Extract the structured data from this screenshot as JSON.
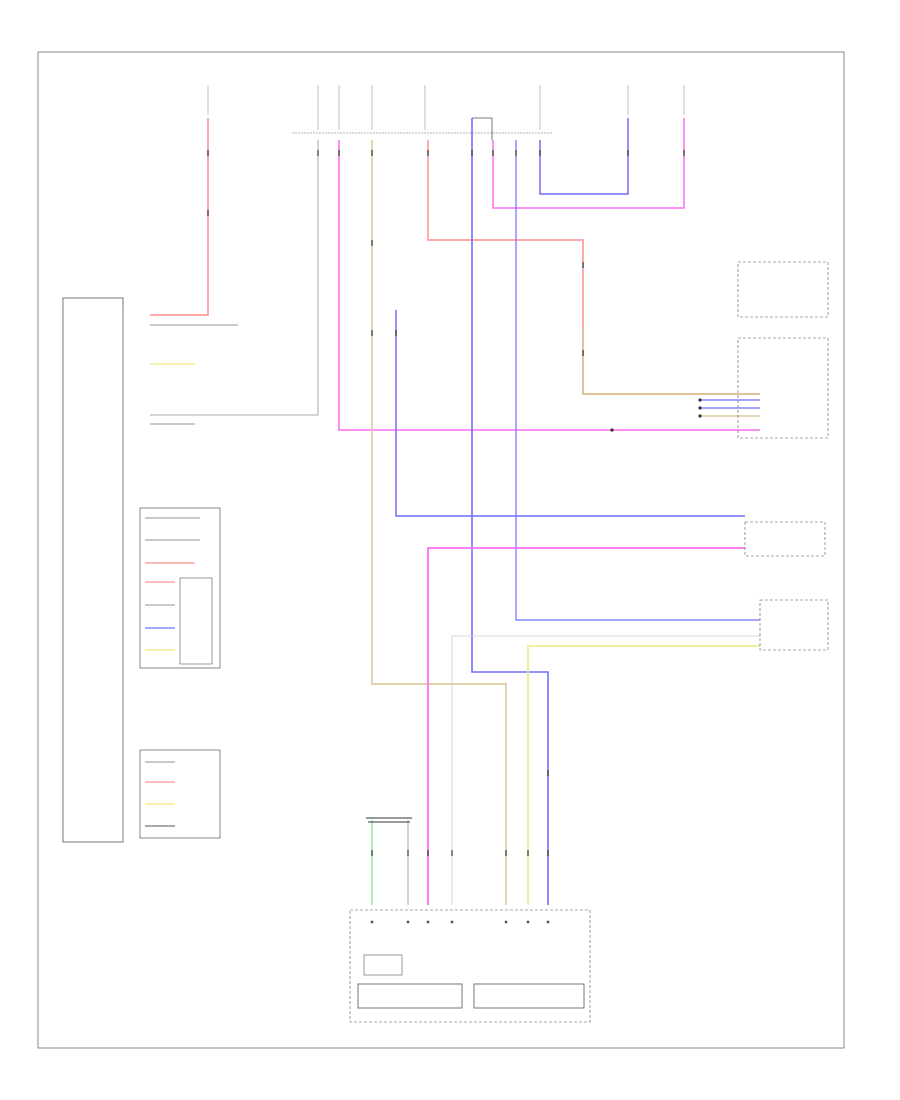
{
  "diagram": {
    "footer_code": "",
    "colors": {
      "red": "#ff8f8f",
      "pink": "#ff6ef0",
      "blue": "#6f6fff",
      "tan": "#d9c48a",
      "yellow": "#ecec7a",
      "green": "#8cf08c",
      "gray": "#999999",
      "black": "#333333"
    },
    "top_connector_labels": [
      "",
      "",
      "",
      "",
      "",
      "",
      ""
    ],
    "components": [
      {
        "id": "left-ecu",
        "label": ""
      },
      {
        "id": "left-ecu-sub1",
        "label": ""
      },
      {
        "id": "left-ecu-sub2",
        "label": ""
      },
      {
        "id": "right-module-1",
        "label": ""
      },
      {
        "id": "right-module-2",
        "label": ""
      },
      {
        "id": "right-module-3",
        "label": ""
      },
      {
        "id": "right-module-4",
        "label": ""
      },
      {
        "id": "bottom-combination-meter",
        "label": ""
      },
      {
        "id": "bottom-meter-sub-left",
        "label": ""
      },
      {
        "id": "bottom-meter-sub-right",
        "label": ""
      }
    ]
  }
}
